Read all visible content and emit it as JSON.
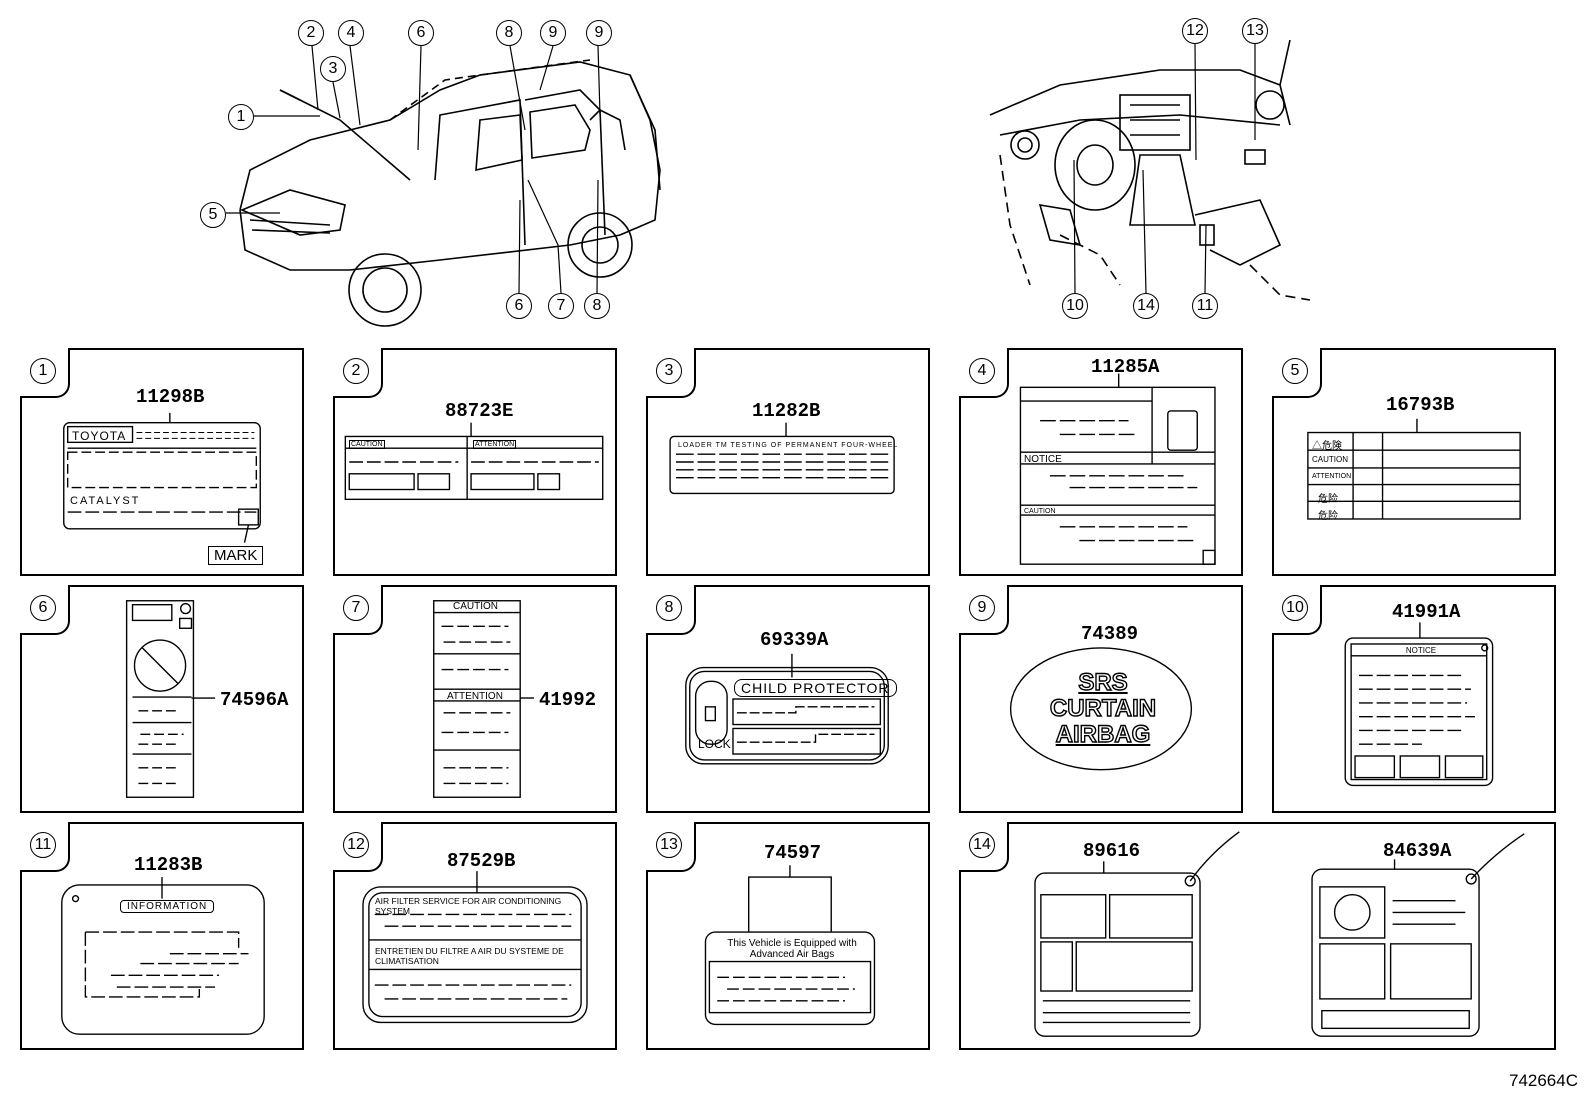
{
  "figure_code": "742664C",
  "top_callouts": {
    "car": [
      "1",
      "2",
      "3",
      "4",
      "5",
      "6",
      "9",
      "8",
      "9",
      "6",
      "7",
      "8"
    ],
    "dash": [
      "12",
      "13",
      "10",
      "14",
      "11"
    ]
  },
  "panels": [
    {
      "index": "1",
      "part": "11298B",
      "texts": {
        "brand": "TOYOTA",
        "catalyst": "CATALYST",
        "mark": "MARK"
      }
    },
    {
      "index": "2",
      "part": "88723E",
      "texts": {
        "caution": "CAUTION",
        "attention": "ATTENTION"
      }
    },
    {
      "index": "3",
      "part": "11282B",
      "texts": {
        "header": "LOADER TM TESTING OF PERMANENT FOUR-WHEEL"
      }
    },
    {
      "index": "4",
      "part": "11285A",
      "texts": {
        "notice": "NOTICE",
        "caution": "CAUTION"
      }
    },
    {
      "index": "5",
      "part": "16793B",
      "texts": {
        "r1": "△危険",
        "r2": "CAUTION",
        "r3": "ATTENTION",
        "r4": "危险",
        "r5": "危险"
      }
    },
    {
      "index": "6",
      "part": "74596A",
      "texts": {}
    },
    {
      "index": "7",
      "part": "41992",
      "texts": {
        "caution": "CAUTION",
        "attention": "ATTENTION"
      }
    },
    {
      "index": "8",
      "part": "69339A",
      "texts": {
        "title": "CHILD PROTECTOR",
        "lock": "LOCK"
      }
    },
    {
      "index": "9",
      "part": "74389",
      "texts": {
        "l1": "SRS",
        "l2": "CURTAIN",
        "l3": "AIRBAG"
      }
    },
    {
      "index": "10",
      "part": "41991A",
      "texts": {
        "notice": "NOTICE"
      }
    },
    {
      "index": "11",
      "part": "11283B",
      "texts": {
        "info": "INFORMATION"
      }
    },
    {
      "index": "12",
      "part": "87529B",
      "texts": {
        "en": "AIR FILTER SERVICE FOR AIR CONDITIONING SYSTEM",
        "fr": "ENTRETIEN DU FILTRE A AIR DU SYSTEME DE CLIMATISATION"
      }
    },
    {
      "index": "13",
      "part": "74597",
      "texts": {
        "l1": "This Vehicle is Equipped with",
        "l2": "Advanced Air Bags"
      }
    },
    {
      "index": "14",
      "part": "89616",
      "part2": "84639A",
      "texts": {}
    }
  ]
}
